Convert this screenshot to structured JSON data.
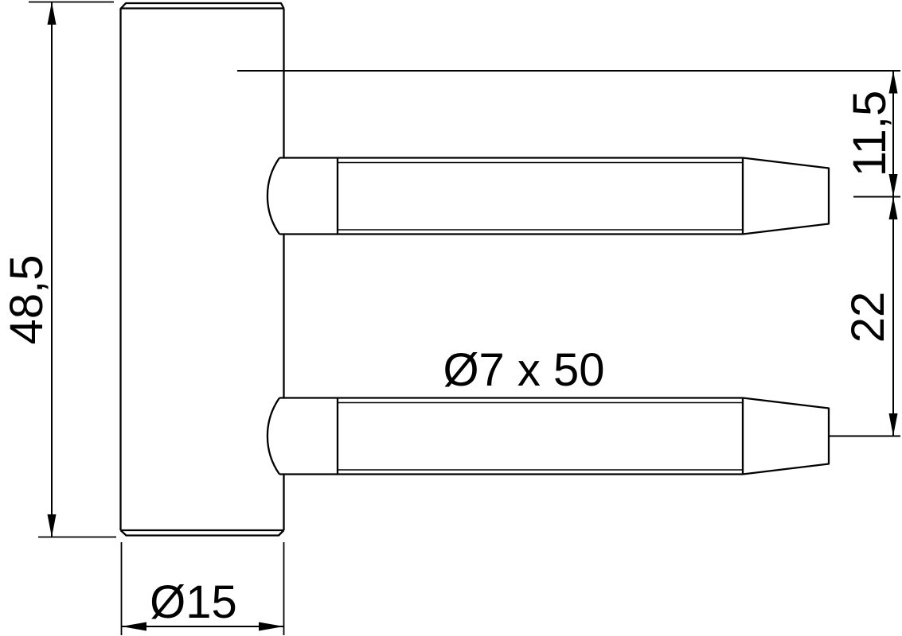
{
  "colors": {
    "line": "#000000",
    "background": "#ffffff"
  },
  "labels": {
    "overall_height": "48,5",
    "barrel_diameter": "Ø15",
    "pin_size": "Ø7 x 50",
    "top_offset": "11,5",
    "pin_spacing": "22"
  }
}
